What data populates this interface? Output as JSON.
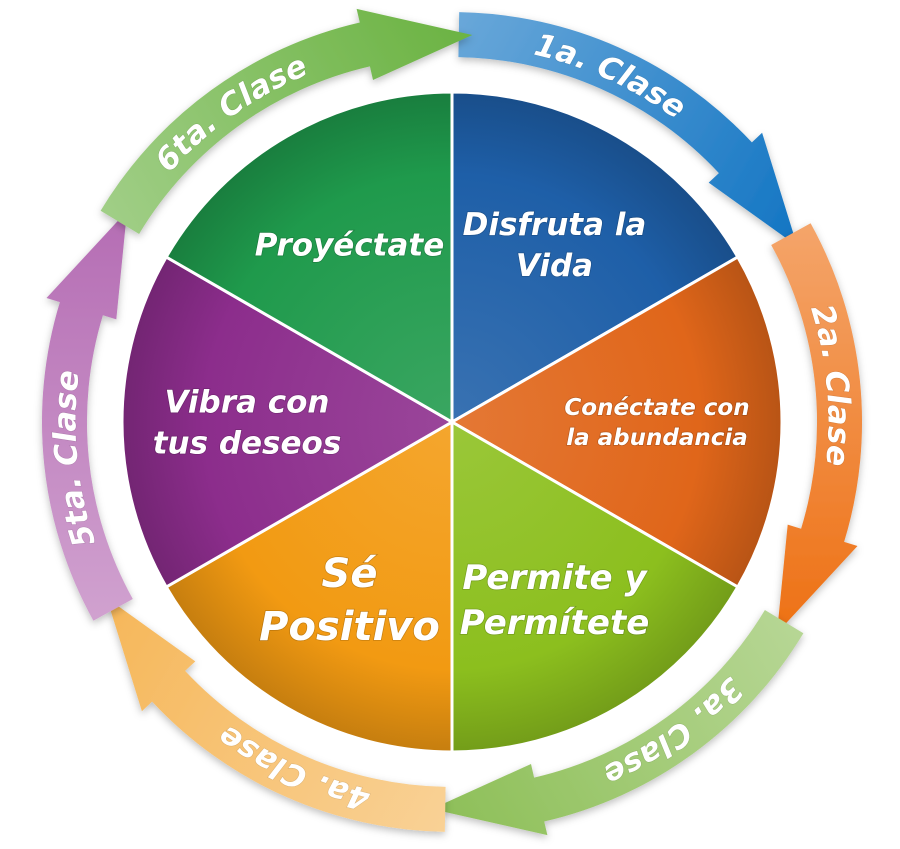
{
  "segments": [
    {
      "step": "1a. Clase",
      "title_lines": [
        "Disfruta la",
        "Vida"
      ],
      "color": "#1e5fa8",
      "ring_color": "#1677c4"
    },
    {
      "step": "2a. Clase",
      "title_lines": [
        "Conéctate con",
        "la abundancia"
      ],
      "color": "#e0661a",
      "ring_color": "#ee7318"
    },
    {
      "step": "3a. Clase",
      "title_lines": [
        "Permite y",
        "Permítete"
      ],
      "color": "#8cbf1e",
      "ring_color": "#8fc05a"
    },
    {
      "step": "4a. Clase",
      "title_lines": [
        "Sé",
        "Positivo"
      ],
      "color": "#f29a12",
      "ring_color": "#f6b85c"
    },
    {
      "step": "5ta. Clase",
      "title_lines": [
        "Vibra con",
        "tus deseos"
      ],
      "color": "#8c2d8c",
      "ring_color": "#b66fb5"
    },
    {
      "step": "6ta. Clase",
      "title_lines": [
        "Proyéctate"
      ],
      "color": "#1f9a4c",
      "ring_color": "#6db445"
    }
  ]
}
